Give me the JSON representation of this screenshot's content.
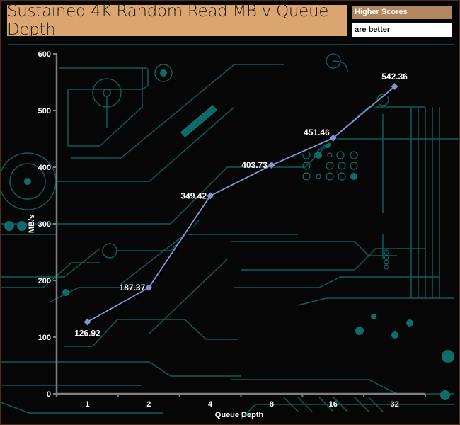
{
  "header": {
    "title": "Sustained 4K Random Read MB v Queue Depth",
    "legend_line1": "Higher Scores",
    "legend_line2": "are better"
  },
  "colors": {
    "title_bg": "#dba571",
    "legend_bg": "#b3875d",
    "series": "#7f97d4",
    "axis": "#7f7f7f",
    "circuit": "#0e6d6b"
  },
  "chart_data": {
    "type": "line",
    "title": "Sustained 4K Random Read MB v Queue Depth",
    "xlabel": "Queue Depth",
    "ylabel": "MB/s",
    "categories": [
      "1",
      "2",
      "4",
      "8",
      "16",
      "32"
    ],
    "series": [
      {
        "name": "Sustained 4K Random Read",
        "values": [
          126.92,
          187.37,
          349.42,
          403.73,
          451.46,
          542.36
        ]
      }
    ],
    "data_labels": [
      "126.92",
      "187.37",
      "349.42",
      "403.73",
      "451.46",
      "542.36"
    ],
    "ylim": [
      0,
      600
    ],
    "yticks": [
      0,
      100,
      200,
      300,
      400,
      500,
      600
    ],
    "grid": false,
    "legend": "top-right"
  }
}
